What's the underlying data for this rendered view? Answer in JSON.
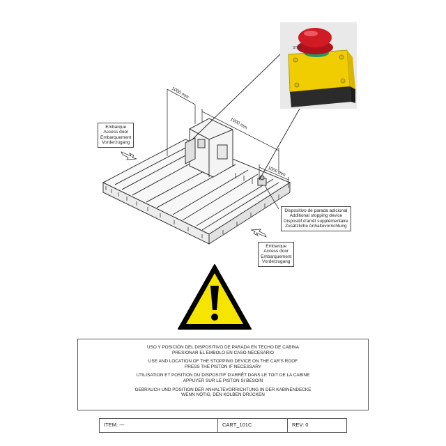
{
  "photo": {
    "icon": "emergency-stop-button-photo"
  },
  "access_door_left": [
    "Embarque",
    "Access door",
    "Embarquement",
    "Vorderzugang"
  ],
  "access_door_right": [
    "Embarque",
    "Access door",
    "Embarquement",
    "Vorderzugang"
  ],
  "stopping_device": [
    "Dispositivo de parada adicional",
    "Additional stopping device",
    "Dispositif d'arrêt supplémentaire",
    "Zusätzliche Anhaltevorrichtung"
  ],
  "dimensions": {
    "left": "1000 mm",
    "top": "1000 mm",
    "right": "1000 mm"
  },
  "warning": {
    "icon": "warning-triangle-icon",
    "glyph": "!",
    "color_fill": "#f5e400",
    "color_border": "#000000"
  },
  "instructions": [
    [
      "USO Y POSICIÓN DEL DISPOSITIVO DE PARADA EN TECHO DE CABINA",
      "PRESIONAR EL ÉMBOLO EN CASO NECESARIO"
    ],
    [
      "USE AND LOCATION OF THE STOPPING DEVICE ON THE CAR'S ROOF",
      "PRESS THE PISTON IF NECESSARY"
    ],
    [
      "UTILISATION ET POSITION DU DISPOSITIF D'ARRÊT DANS LE TOIT DE LA CABINE",
      "APPUYER SUR LE PISTON SI BESOIN"
    ],
    [
      "GEBRAUCH UND POSITION DER ANHALTEVORRICHTUNG IN DER KABINENDECKE",
      "WENN NÖTIG, DEN KOLBEN DRÜCKEN"
    ]
  ],
  "footer": {
    "item": "ITEM: ---",
    "code": "CART_101C",
    "rev": "REV: 0"
  }
}
